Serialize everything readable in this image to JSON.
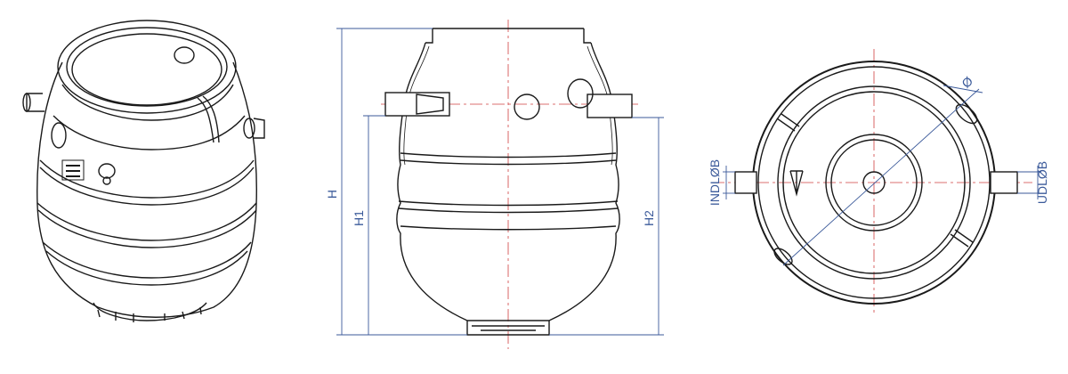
{
  "drawing": {
    "labels": {
      "height": "H",
      "inlet_height": "H1",
      "outlet_height": "H2",
      "diameter": "Ø",
      "inlet": "INDLØB",
      "outlet": "UDLØB"
    },
    "colors": {
      "outline": "#1a1a1a",
      "dimension": "#3b5a9a",
      "centerline": "#d04040"
    }
  }
}
